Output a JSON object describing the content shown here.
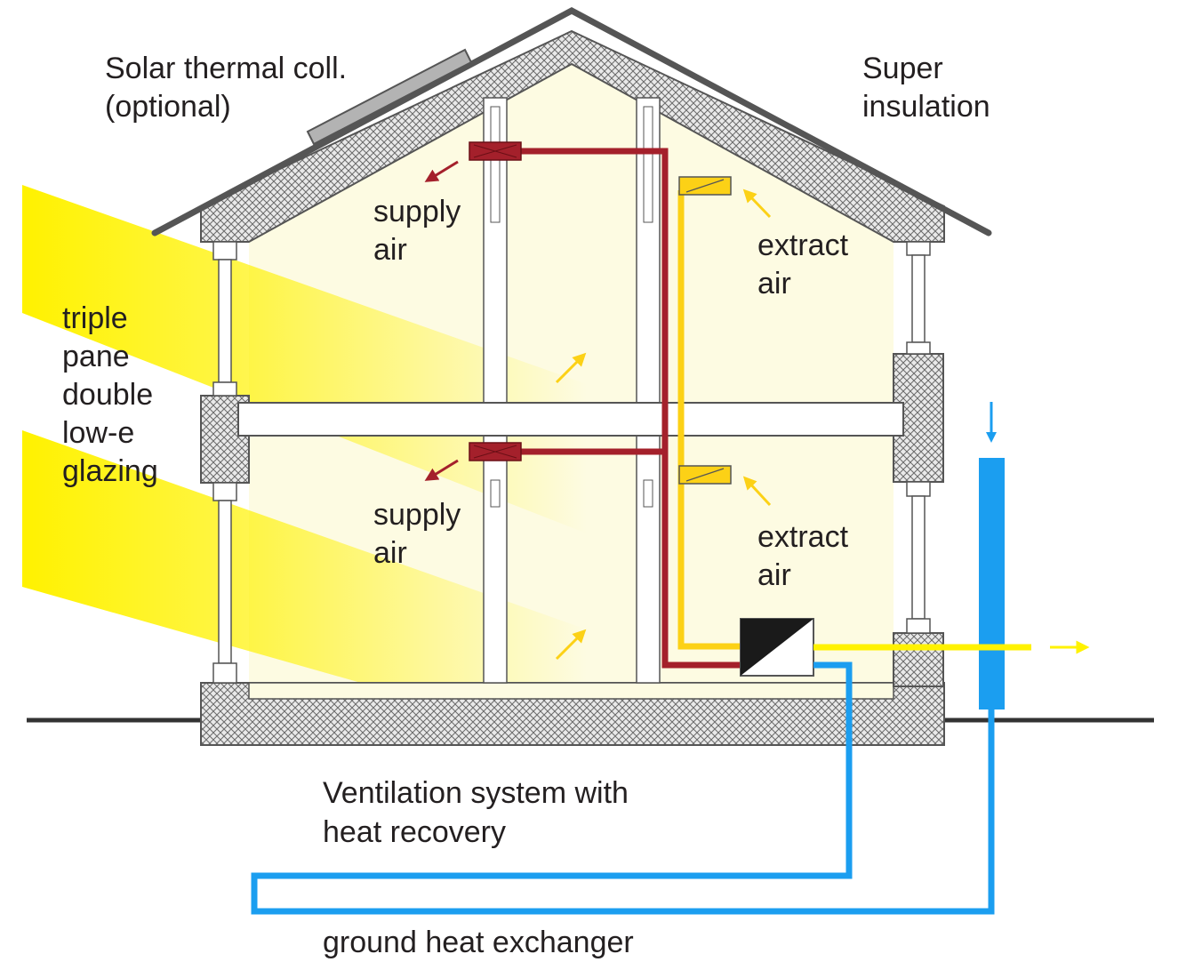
{
  "labels": {
    "solar_line1": "Solar thermal coll.",
    "solar_line2": "(optional)",
    "super_line1": "Super",
    "super_line2": "insulation",
    "glazing_line1": "triple",
    "glazing_line2": "pane",
    "glazing_line3": "double",
    "glazing_line4": "low-e",
    "glazing_line5": "glazing",
    "supply_upper_line1": "supply",
    "supply_upper_line2": "air",
    "supply_lower_line1": "supply",
    "supply_lower_line2": "air",
    "extract_upper_line1": "extract",
    "extract_upper_line2": "air",
    "extract_lower_line1": "extract",
    "extract_lower_line2": "air",
    "ventilation_line1": "Ventilation system with",
    "ventilation_line2": "heat recovery",
    "ground": "ground heat exchanger"
  },
  "colors": {
    "sunlight": "#fff200",
    "interior": "#fdfbe2",
    "supply_duct": "#a4202b",
    "extract_duct": "#fcd116",
    "ground_pipe": "#1b9ef0",
    "outline": "#555555",
    "text": "#231f20"
  },
  "icons": [
    "supply-diffuser-icon",
    "extract-grille-icon",
    "heat-recovery-unit-icon",
    "arrow-icon"
  ]
}
